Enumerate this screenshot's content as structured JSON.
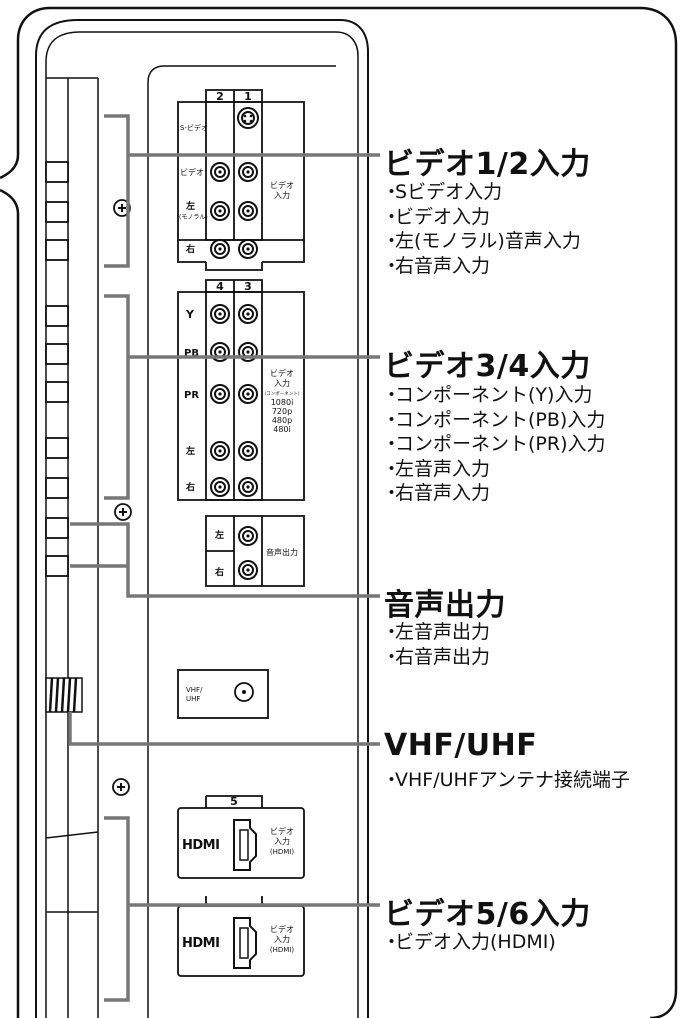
{
  "sections": [
    {
      "title": "ビデオ1/2入力",
      "items": [
        "Sビデオ入力",
        "ビデオ入力",
        "左(モノラル)音声入力",
        "右音声入力"
      ]
    },
    {
      "title": "ビデオ3/4入力",
      "items": [
        "コンポーネント(Y)入力",
        "コンポーネント(PB)入力",
        "コンポーネント(PR)入力",
        "左音声入力",
        "右音声入力"
      ]
    },
    {
      "title": "音声出力",
      "items": [
        "左音声出力",
        "右音声出力"
      ]
    },
    {
      "title": "VHF/UHF",
      "items": [
        "VHF/UHFアンテナ接続端子"
      ]
    },
    {
      "title": "ビデオ5/6入力",
      "items": [
        "ビデオ入力(HDMI)"
      ]
    }
  ],
  "panel": {
    "group12": {
      "col_left": "2",
      "col_right": "1",
      "row_svideo": "S-ビデオ",
      "row_video": "ビデオ",
      "row_left": "左",
      "row_left_sub": "(モノラル)",
      "row_right": "右",
      "side_line1": "ビデオ",
      "side_line2": "入力"
    },
    "group34": {
      "col_left": "4",
      "col_right": "3",
      "row_y": "Y",
      "row_pb": "PB",
      "row_pr": "PR",
      "row_left": "左",
      "row_right": "右",
      "side_line1": "ビデオ",
      "side_line2": "入力",
      "side_line3": "(コンポーネント)",
      "res1": "1080i",
      "res2": "720p",
      "res3": "480p",
      "res4": "480i"
    },
    "audio_out": {
      "row_left": "左",
      "row_right": "右",
      "side": "音声出力"
    },
    "antenna": {
      "line1": "VHF/",
      "line2": "UHF"
    },
    "hdmi5": {
      "number": "5",
      "logo": "HDMI",
      "side_line1": "ビデオ",
      "side_line2": "入力",
      "side_line3": "(HDMI)"
    },
    "hdmi6": {
      "logo": "HDMI",
      "side_line1": "ビデオ",
      "side_line2": "入力",
      "side_line3": "(HDMI)"
    }
  },
  "colors": {
    "line": "#111111",
    "callout_line": "#777777",
    "background": "#ffffff"
  }
}
